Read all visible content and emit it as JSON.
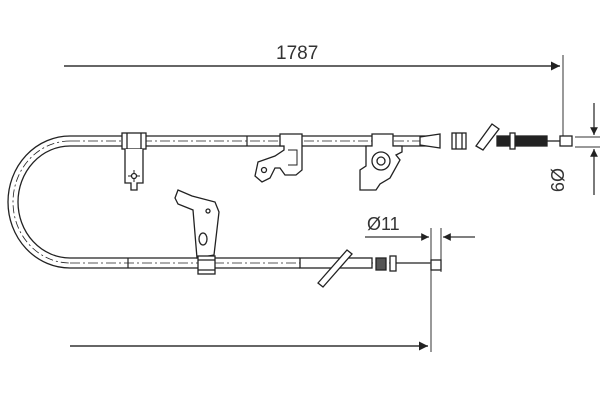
{
  "diagram": {
    "type": "technical-drawing",
    "subject": "parking brake cable",
    "colors": {
      "line": "#222222",
      "text": "#333333",
      "background": "#ffffff"
    }
  },
  "dimensions": {
    "overall_length": "1787",
    "end_fitting_diameter": "Ø9",
    "sleeve_diameter": "Ø11"
  },
  "components": [
    {
      "name": "cable-sheath-loop"
    },
    {
      "name": "mounting-bracket-upper-left"
    },
    {
      "name": "mounting-bracket-lower"
    },
    {
      "name": "clip-bracket-middle"
    },
    {
      "name": "grommet-bracket-right"
    },
    {
      "name": "adjuster-end-spring"
    },
    {
      "name": "lower-end-fitting"
    }
  ]
}
